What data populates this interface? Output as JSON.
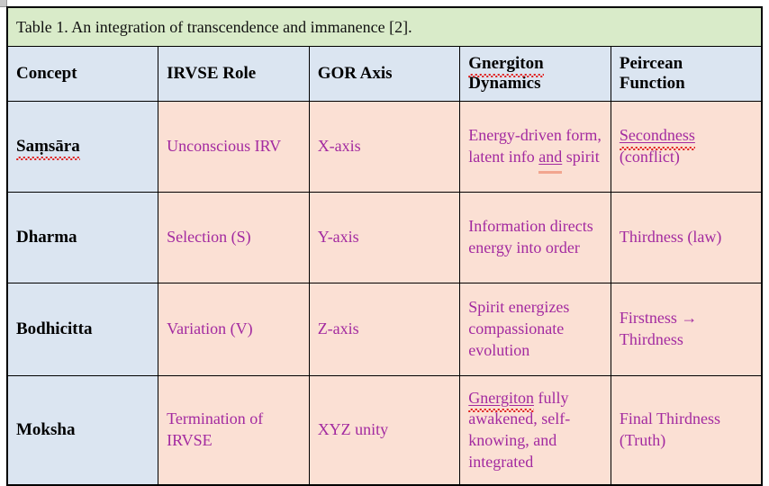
{
  "document": {
    "caption": "Table 1. An integration of transcendence and immanence [2]."
  },
  "colors": {
    "caption_bg": "#d9ebc9",
    "header_bg": "#dbe5f1",
    "body_bg": "#fbe0d4",
    "body_text": "#a32aa0",
    "header_text": "#000000",
    "border": "#000000",
    "spellcheck_squiggle": "#e02020",
    "grammar_bar": "#f2a58f"
  },
  "table": {
    "columns": [
      {
        "label": "Concept",
        "misspelled": false
      },
      {
        "label": "IRVSE Role",
        "misspelled": false
      },
      {
        "label": "GOR Axis",
        "misspelled": false
      },
      {
        "label_line1": "Gnergiton",
        "label_line2": "Dynamics",
        "label": "Gnergiton Dynamics",
        "misspelled": true
      },
      {
        "label_line1": "Peircean",
        "label_line2": "Function",
        "label": "Peircean Function",
        "misspelled": false
      }
    ],
    "rows": [
      {
        "concept": "Saṃsāra",
        "concept_misspelled": true,
        "irvse_role": "Unconscious IRV",
        "gor_axis": "X-axis",
        "gnergiton_dynamics": "Energy-driven form, latent info and spirit",
        "gnergiton_dynamics_parts": {
          "plain_a": "Energy-driven form, latent info ",
          "marked": "and",
          "plain_b": " spirit"
        },
        "peircean_function": "Secondness (conflict)",
        "peircean_function_parts": {
          "marked": "Secondness",
          "plain": "(conflict)"
        }
      },
      {
        "concept": "Dharma",
        "concept_misspelled": false,
        "irvse_role": "Selection (S)",
        "gor_axis": "Y-axis",
        "gnergiton_dynamics": "Information directs energy into order",
        "peircean_function": "Thirdness (law)"
      },
      {
        "concept": "Bodhicitta",
        "concept_misspelled": false,
        "irvse_role": "Variation (V)",
        "gor_axis": "Z-axis",
        "gnergiton_dynamics": "Spirit energizes compassionate evolution",
        "peircean_function": "Firstness → Thirdness"
      },
      {
        "concept": "Moksha",
        "concept_misspelled": false,
        "irvse_role": "Termination of IRVSE",
        "gor_axis": "XYZ unity",
        "gnergiton_dynamics": "Gnergiton fully awakened, self-knowing, and integrated",
        "gnergiton_dynamics_parts": {
          "marked": "Gnergiton",
          "plain": " fully awakened, self-knowing, and integrated"
        },
        "peircean_function": "Final Thirdness (Truth)"
      }
    ]
  }
}
